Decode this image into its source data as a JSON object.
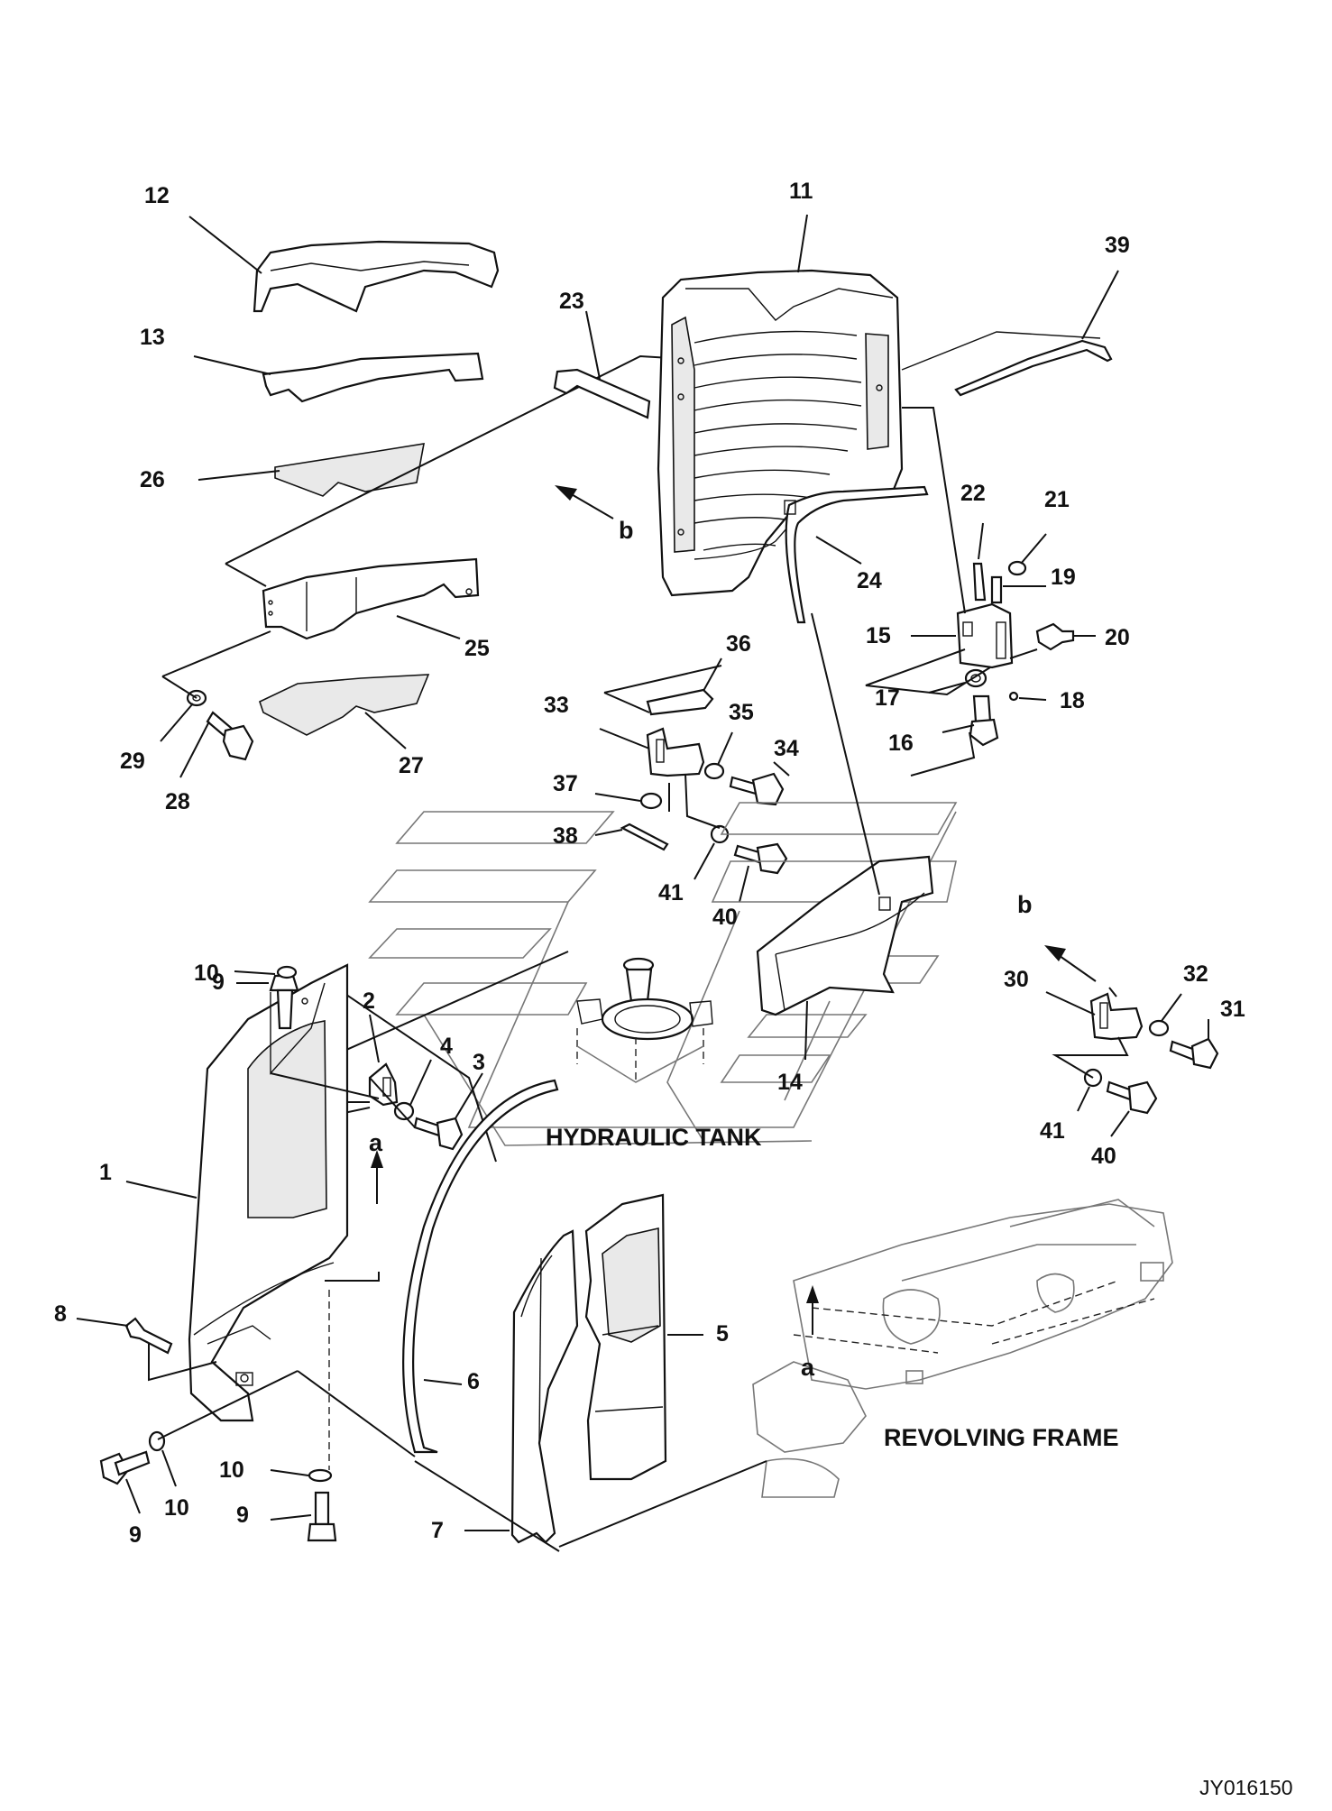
{
  "diagram": {
    "drawing_code": "JY016150",
    "assembly_labels": {
      "hydraulic_tank": "HYDRAULIC TANK",
      "revolving_frame": "REVOLVING FRAME"
    },
    "view_markers": {
      "a": "a",
      "b": "b"
    },
    "callouts": [
      "1",
      "2",
      "3",
      "4",
      "5",
      "6",
      "7",
      "8",
      "9",
      "10",
      "11",
      "12",
      "13",
      "14",
      "15",
      "16",
      "17",
      "18",
      "19",
      "20",
      "21",
      "22",
      "23",
      "24",
      "25",
      "26",
      "27",
      "28",
      "29",
      "30",
      "31",
      "32",
      "33",
      "34",
      "35",
      "36",
      "37",
      "38",
      "39",
      "40",
      "41"
    ],
    "callout_text": {
      "c1": "1",
      "c2": "2",
      "c3": "3",
      "c4": "4",
      "c5": "5",
      "c6": "6",
      "c7": "7",
      "c8": "8",
      "c9a": "9",
      "c9b": "9",
      "c9c": "9",
      "c10a": "10",
      "c10b": "10",
      "c10c": "10",
      "c11": "11",
      "c12": "12",
      "c13": "13",
      "c14": "14",
      "c15": "15",
      "c16": "16",
      "c17": "17",
      "c18": "18",
      "c19": "19",
      "c20": "20",
      "c21": "21",
      "c22": "22",
      "c23": "23",
      "c24": "24",
      "c25": "25",
      "c26": "26",
      "c27": "27",
      "c28": "28",
      "c29": "29",
      "c30": "30",
      "c31": "31",
      "c32": "32",
      "c33": "33",
      "c34": "34",
      "c35": "35",
      "c36": "36",
      "c37": "37",
      "c38": "38",
      "c39": "39",
      "c40a": "40",
      "c40b": "40",
      "c41a": "41",
      "c41b": "41"
    }
  }
}
